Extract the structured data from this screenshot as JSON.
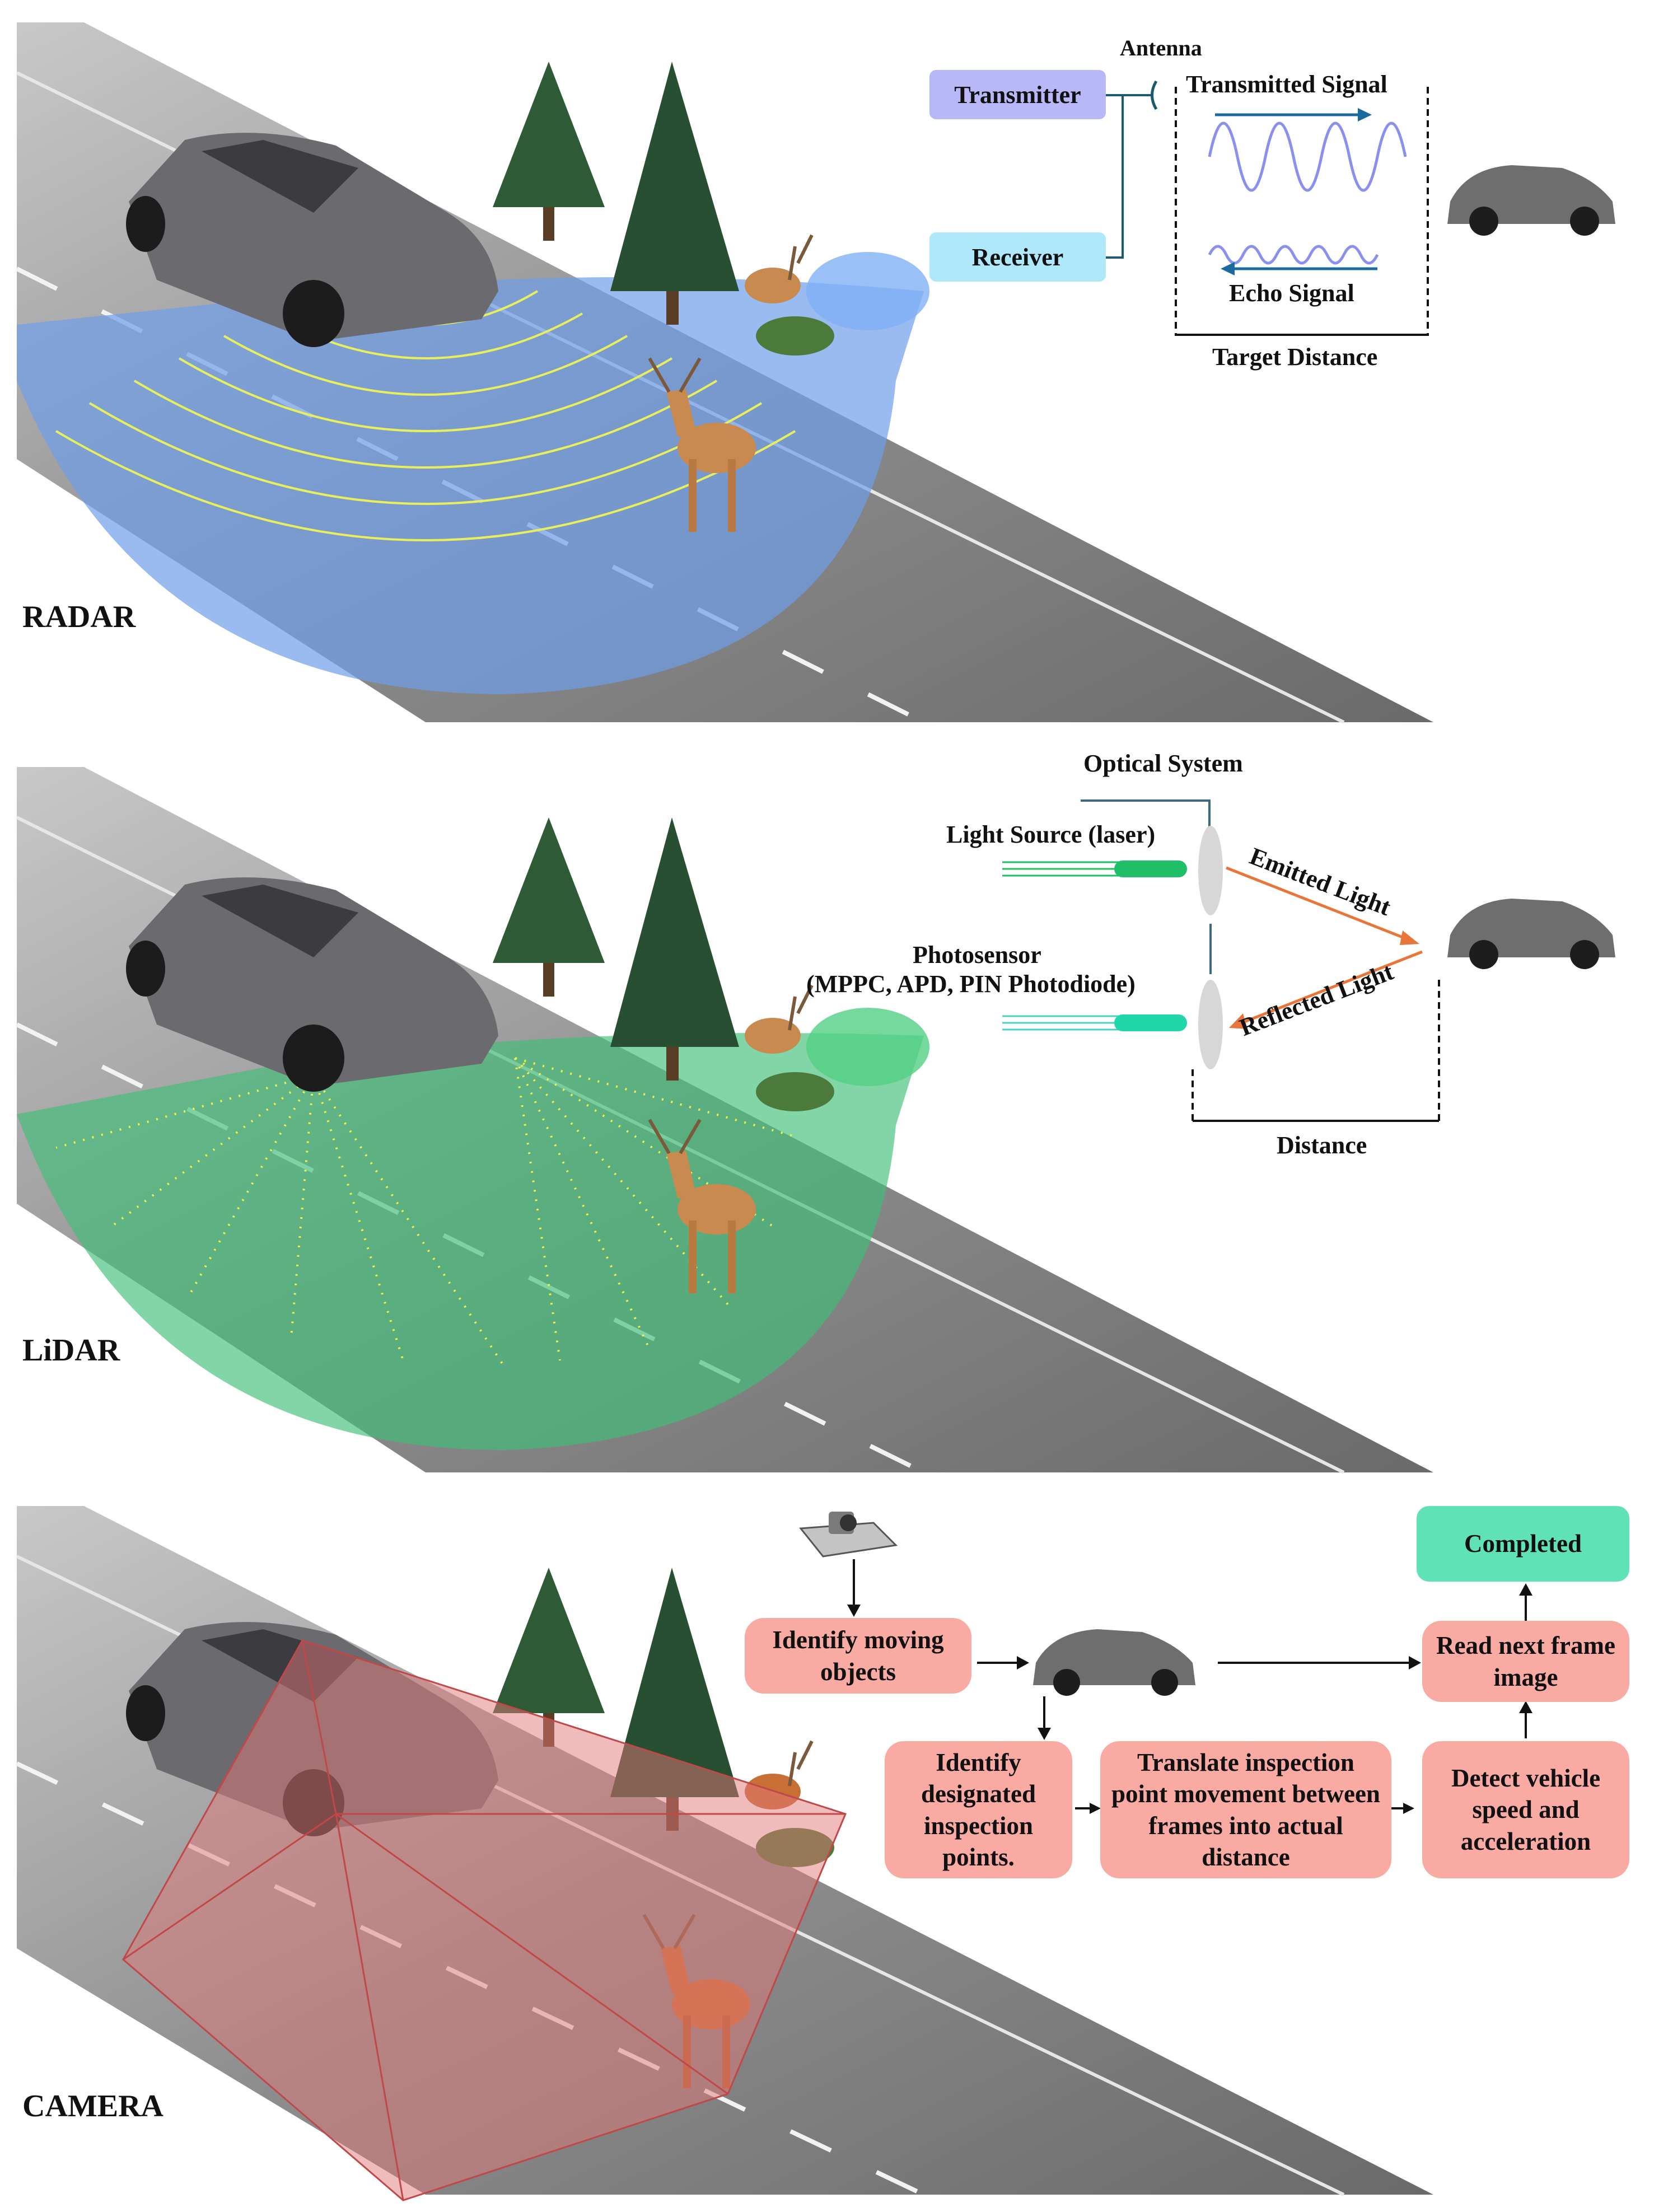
{
  "radar": {
    "section_label": "RADAR",
    "antenna": "Antenna",
    "transmitter": "Transmitter",
    "receiver": "Receiver",
    "transmitted_signal": "Transmitted Signal",
    "echo_signal": "Echo Signal",
    "target_distance": "Target Distance",
    "colors": {
      "transmitter_box": "#b8b8f8",
      "receiver_box": "#b0e8fb",
      "field": "#6f9ee8"
    }
  },
  "lidar": {
    "section_label": "LiDAR",
    "optical_system": "Optical System",
    "light_source": "Light Source (laser)",
    "photosensor": "Photosensor",
    "photosensor_types": "(MPPC, APD, PIN Photodiode)",
    "emitted_light": "Emitted Light",
    "reflected_light": "Reflected Light",
    "distance": "Distance",
    "colors": {
      "laser": "#1fbf68",
      "beam": "#e8763a",
      "field": "#3fbf77"
    }
  },
  "camera": {
    "section_label": "CAMERA",
    "steps": {
      "identify_moving": "Identify moving objects",
      "identify_points": "Identify designated inspection points.",
      "translate": "Translate inspection point movement between frames into actual distance",
      "detect": "Detect vehicle speed and acceleration",
      "read_next": "Read next frame image",
      "completed": "Completed"
    },
    "colors": {
      "step_box": "#f8aaa3",
      "completed_box": "#5fe3b6",
      "field": "#e07878"
    }
  }
}
